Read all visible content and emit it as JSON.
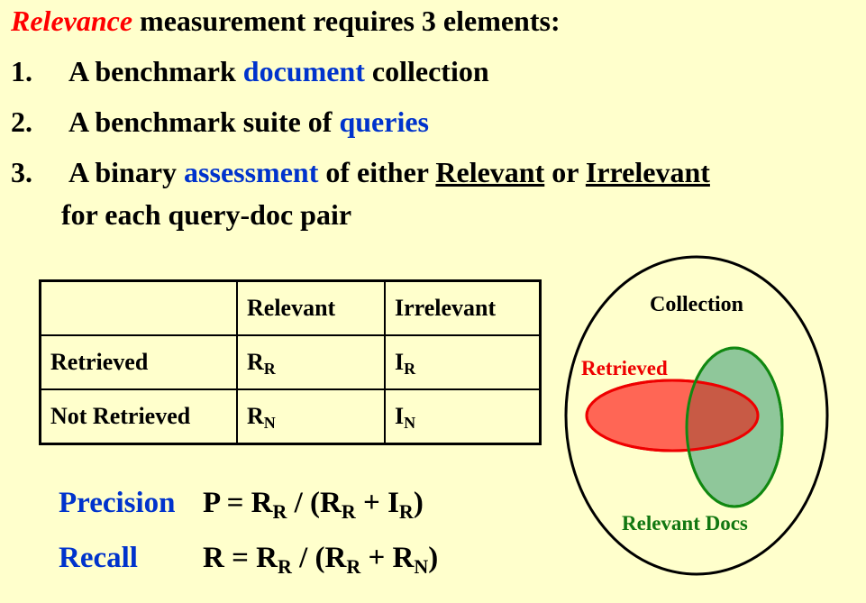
{
  "heading": {
    "term": "Relevance",
    "rest": " measurement requires 3 elements:"
  },
  "items": [
    {
      "number": "1.",
      "pre": "A benchmark ",
      "highlight": "document",
      "post": " collection"
    },
    {
      "number": "2.",
      "pre": "A benchmark suite of ",
      "highlight": "queries",
      "post": ""
    },
    {
      "number": "3.",
      "pre": "A binary ",
      "highlight": "assessment",
      "post_a": " of either ",
      "relevant": "Relevant",
      "or": " or ",
      "irrelevant": "Irrelevant",
      "line2": "for each query-doc pair"
    }
  ],
  "table": {
    "col_headers": [
      "",
      "Relevant",
      "Irrelevant"
    ],
    "rows": [
      {
        "label": "Retrieved",
        "cells": [
          {
            "base": "R",
            "sub": "R"
          },
          {
            "base": "I",
            "sub": "R"
          }
        ]
      },
      {
        "label": "Not Retrieved",
        "cells": [
          {
            "base": "R",
            "sub": "N"
          },
          {
            "base": "I",
            "sub": "N"
          }
        ]
      }
    ]
  },
  "formulas": {
    "precision": {
      "label": "Precision",
      "lhs": "P = R",
      "s1": "R",
      "mid": " / (R",
      "s2": "R",
      "plus": " + I",
      "s3": "R",
      "close": ")"
    },
    "recall": {
      "label": "Recall",
      "lhs": "R = R",
      "s1": "R",
      "mid": " / (R",
      "s2": "R",
      "plus": " + R",
      "s3": "N",
      "close": ")"
    }
  },
  "venn": {
    "collection_label": "Collection",
    "retrieved_label": "Retrieved",
    "relevant_label": "Relevant Docs",
    "colors": {
      "retrieved_fill": "#ff6655",
      "retrieved_stroke": "#ee0000",
      "relevant_fill": "#8fc79a",
      "relevant_stroke": "#118811",
      "overlap_fill": "#c85a45",
      "retrieved_text": "#ee0000",
      "relevant_text": "#117711"
    }
  }
}
